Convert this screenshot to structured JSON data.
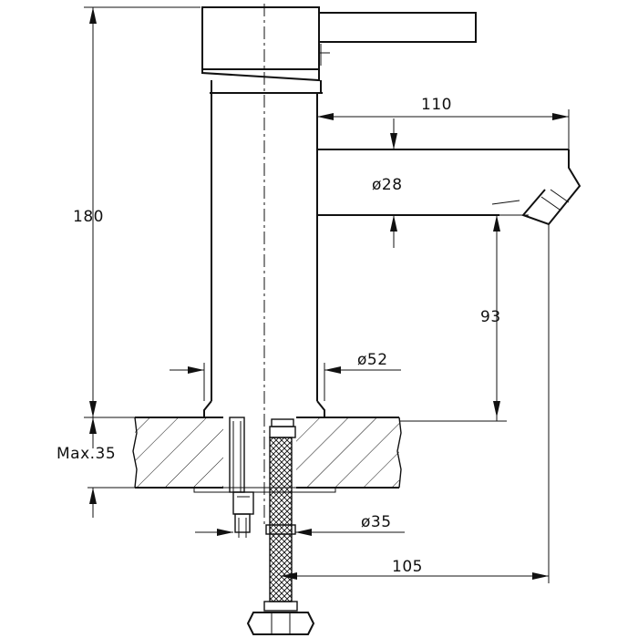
{
  "drawing": {
    "type": "technical-drawing",
    "subject": "basin mixer tap",
    "colors": {
      "line": "#111111",
      "background": "#ffffff"
    }
  },
  "dimensions": {
    "height_total": "180",
    "spout_reach": "110",
    "spout_diameter": "ø28",
    "spout_height": "93",
    "body_diameter": "ø52",
    "max_thickness": "Max.35",
    "shank_diameter": "ø35",
    "hose_offset": "105"
  }
}
